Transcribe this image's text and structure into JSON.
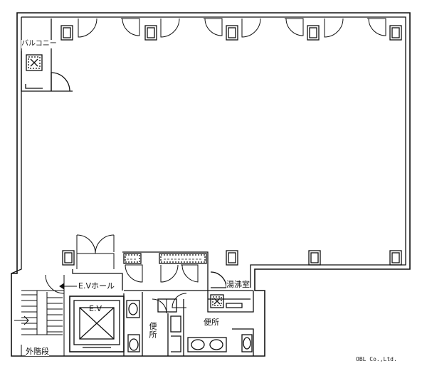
{
  "labels": {
    "balcony": "バルコニー",
    "ev_hall": "E.Vホール",
    "kitchenette": "湯沸室",
    "elevator": "E.V",
    "toilet_left": "便所",
    "toilet_right": "便所",
    "external_stairs": "外階段"
  },
  "credit": "OBL Co.,Ltd.",
  "colors": {
    "line": "#111111",
    "background": "#ffffff"
  }
}
